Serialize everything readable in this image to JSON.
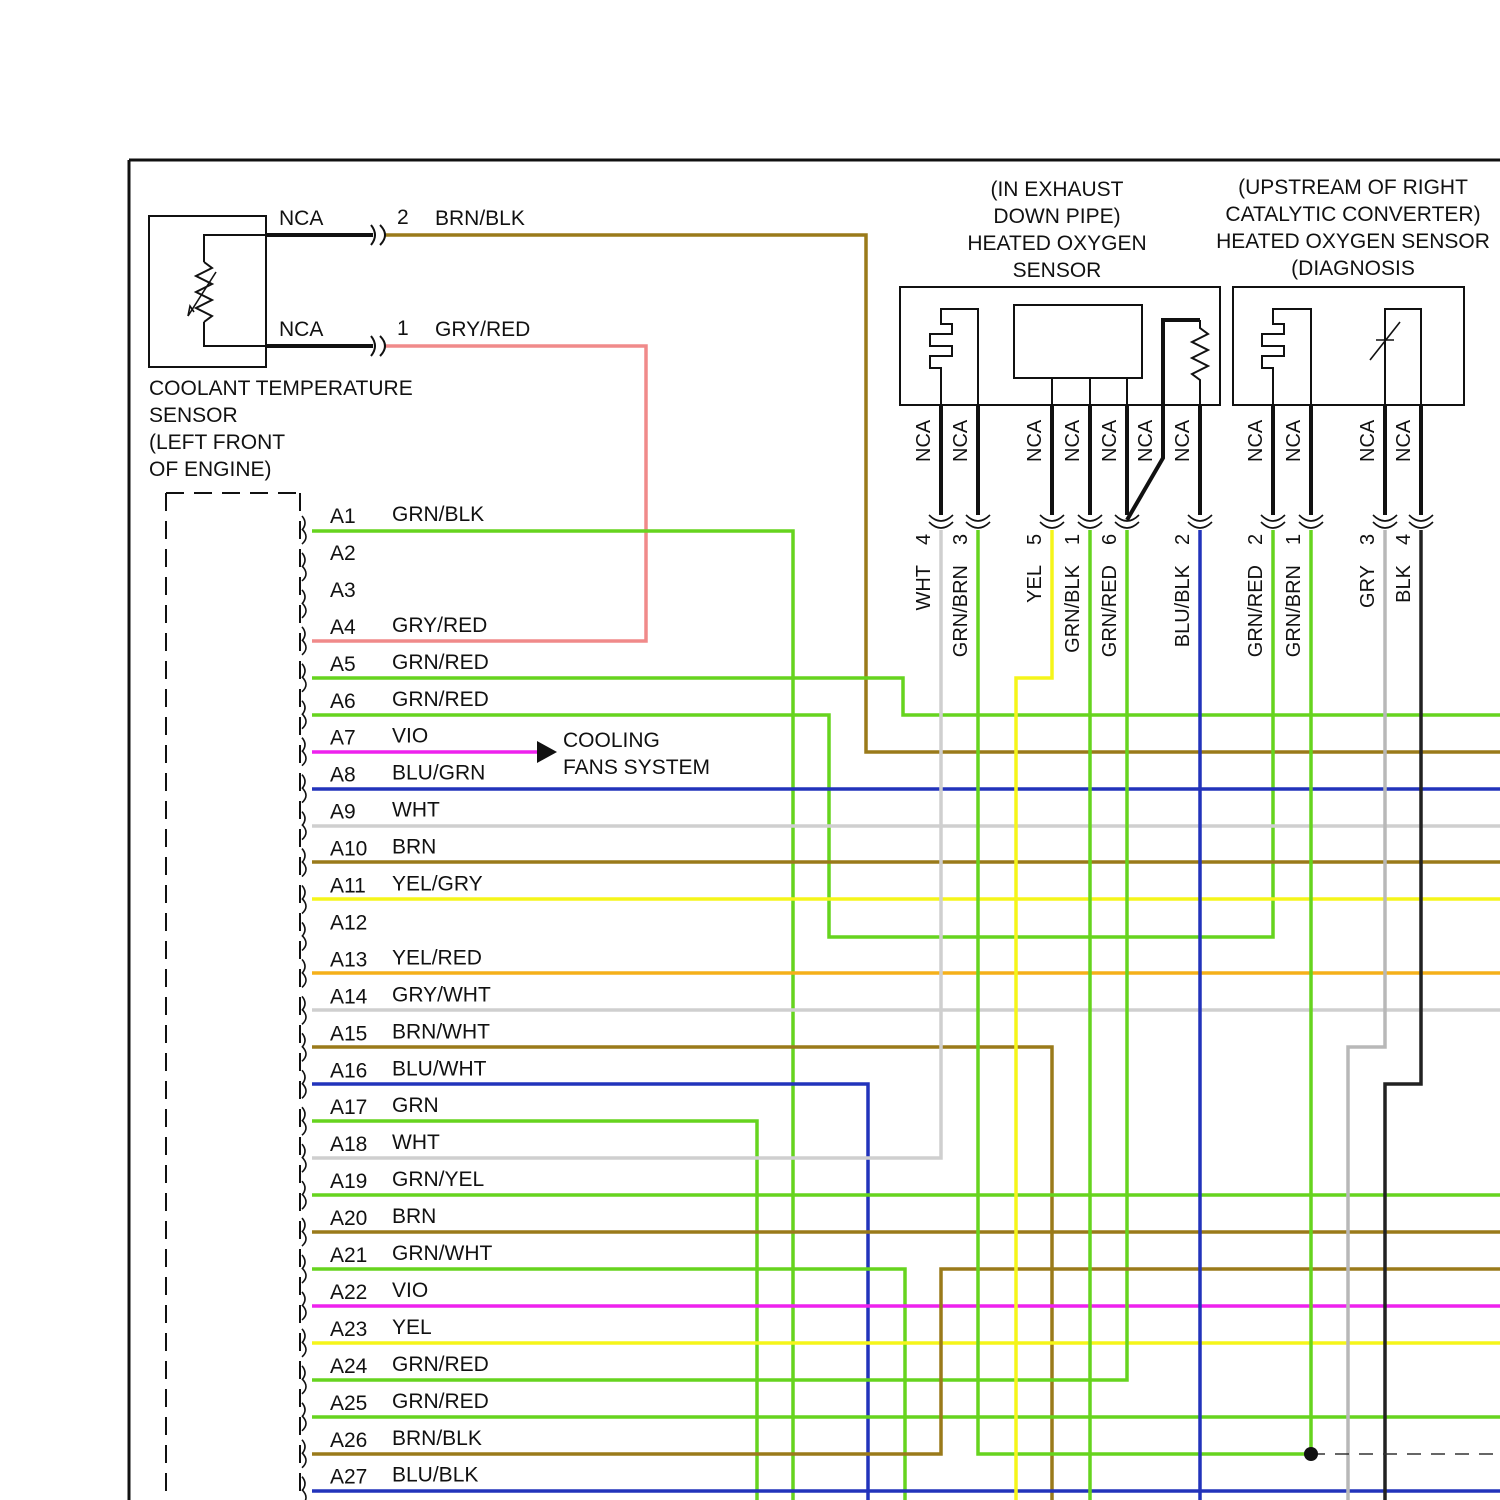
{
  "coolant_sensor": {
    "pin_top_label": "NCA",
    "pin_bottom_label": "NCA",
    "pin_top_number": "2",
    "pin_top_wire": "BRN/BLK",
    "pin_bottom_number": "1",
    "pin_bottom_wire": "GRY/RED",
    "title_lines": [
      "COOLANT TEMPERATURE",
      "SENSOR",
      "(LEFT FRONT",
      "OF ENGINE)"
    ]
  },
  "downpipe_sensor": {
    "title_lines": [
      "(IN EXHAUST",
      "DOWN PIPE)",
      "HEATED OXYGEN",
      "SENSOR"
    ],
    "pin_labels": [
      "NCA",
      "NCA",
      "NCA",
      "NCA",
      "NCA",
      "NCA",
      "NCA"
    ],
    "pin_numbers": [
      "4",
      "3",
      "5",
      "1",
      "6",
      "2"
    ],
    "wires": [
      "WHT",
      "GRN/BRN",
      "YEL",
      "GRN/BLK",
      "GRN/RED",
      "BLU/BLK"
    ]
  },
  "upstream_sensor": {
    "title_lines": [
      "(UPSTREAM OF RIGHT",
      "CATALYTIC CONVERTER)",
      "HEATED OXYGEN SENSOR",
      "(DIAGNOSIS"
    ],
    "pin_labels": [
      "NCA",
      "NCA",
      "NCA",
      "NCA"
    ],
    "pin_numbers": [
      "2",
      "1",
      "3",
      "4"
    ],
    "wires": [
      "GRN/RED",
      "GRN/BRN",
      "GRY",
      "BLK"
    ]
  },
  "cooling_fans": {
    "lines": [
      "COOLING",
      "FANS SYSTEM"
    ]
  },
  "connector_pins": [
    {
      "pin": "A1",
      "wire": "GRN/BLK"
    },
    {
      "pin": "A2",
      "wire": ""
    },
    {
      "pin": "A3",
      "wire": ""
    },
    {
      "pin": "A4",
      "wire": "GRY/RED"
    },
    {
      "pin": "A5",
      "wire": "GRN/RED"
    },
    {
      "pin": "A6",
      "wire": "GRN/RED"
    },
    {
      "pin": "A7",
      "wire": "VIO"
    },
    {
      "pin": "A8",
      "wire": "BLU/GRN"
    },
    {
      "pin": "A9",
      "wire": "WHT"
    },
    {
      "pin": "A10",
      "wire": "BRN"
    },
    {
      "pin": "A11",
      "wire": "YEL/GRY"
    },
    {
      "pin": "A12",
      "wire": ""
    },
    {
      "pin": "A13",
      "wire": "YEL/RED"
    },
    {
      "pin": "A14",
      "wire": "GRY/WHT"
    },
    {
      "pin": "A15",
      "wire": "BRN/WHT"
    },
    {
      "pin": "A16",
      "wire": "BLU/WHT"
    },
    {
      "pin": "A17",
      "wire": "GRN"
    },
    {
      "pin": "A18",
      "wire": "WHT"
    },
    {
      "pin": "A19",
      "wire": "GRN/YEL"
    },
    {
      "pin": "A20",
      "wire": "BRN"
    },
    {
      "pin": "A21",
      "wire": "GRN/WHT"
    },
    {
      "pin": "A22",
      "wire": "VIO"
    },
    {
      "pin": "A23",
      "wire": "YEL"
    },
    {
      "pin": "A24",
      "wire": "GRN/RED"
    },
    {
      "pin": "A25",
      "wire": "GRN/RED"
    },
    {
      "pin": "A26",
      "wire": "BRN/BLK"
    },
    {
      "pin": "A27",
      "wire": "BLU/BLK"
    }
  ],
  "colors": {
    "green": "#66d41e",
    "brown": "#9a7a1a",
    "gray_red": "#f08a8a",
    "violet": "#ee22ee",
    "blue": "#2233bb",
    "white_wire": "#cfcfcf",
    "yellow": "#f5f51a",
    "gray": "#b8b8b8",
    "black": "#222222"
  }
}
